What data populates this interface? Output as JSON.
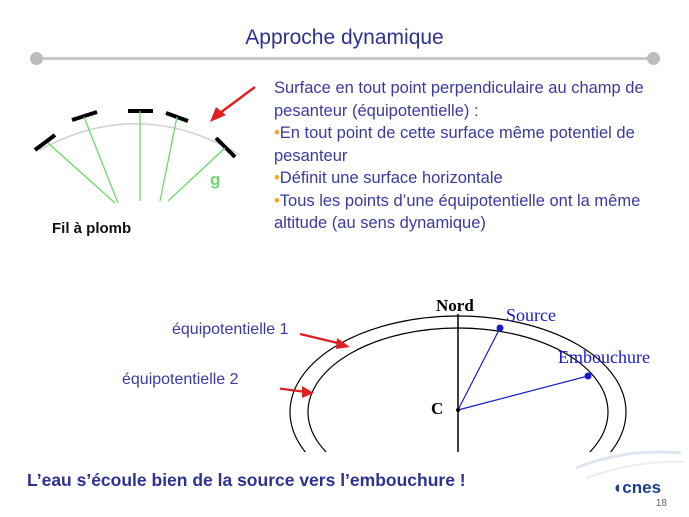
{
  "slide": {
    "title": "Approche dynamique",
    "page_number": "18",
    "logo_text": "cnes"
  },
  "text_block": {
    "intro": "Surface en tout point perpendiculaire au champ de pesanteur (équipotentielle) :",
    "bullets": [
      "En tout point de cette surface même potentiel de pesanteur",
      "Définit une surface horizontale",
      "Tous les points d’une équipotentielle ont la même altitude (au sens dynamique)"
    ],
    "bullet_symbol": "•"
  },
  "plumb_diagram": {
    "label": "Fil à plomb",
    "g_label": "g"
  },
  "earth_diagram": {
    "north_label": "Nord",
    "source_label": "Source",
    "mouth_label": "Embouchure",
    "center_label": "C",
    "equipotential_1": "équipotentielle 1",
    "equipotential_2": "équipotentielle 2"
  },
  "conclusion": "L’eau s’écoule bien de la source vers l’embouchure !",
  "colors": {
    "title": "#2e3192",
    "body": "#3a3aa0",
    "bullet": "#f5a623",
    "arrow": "#e02020",
    "green": "#6cd96c",
    "point": "#1a1acc"
  }
}
